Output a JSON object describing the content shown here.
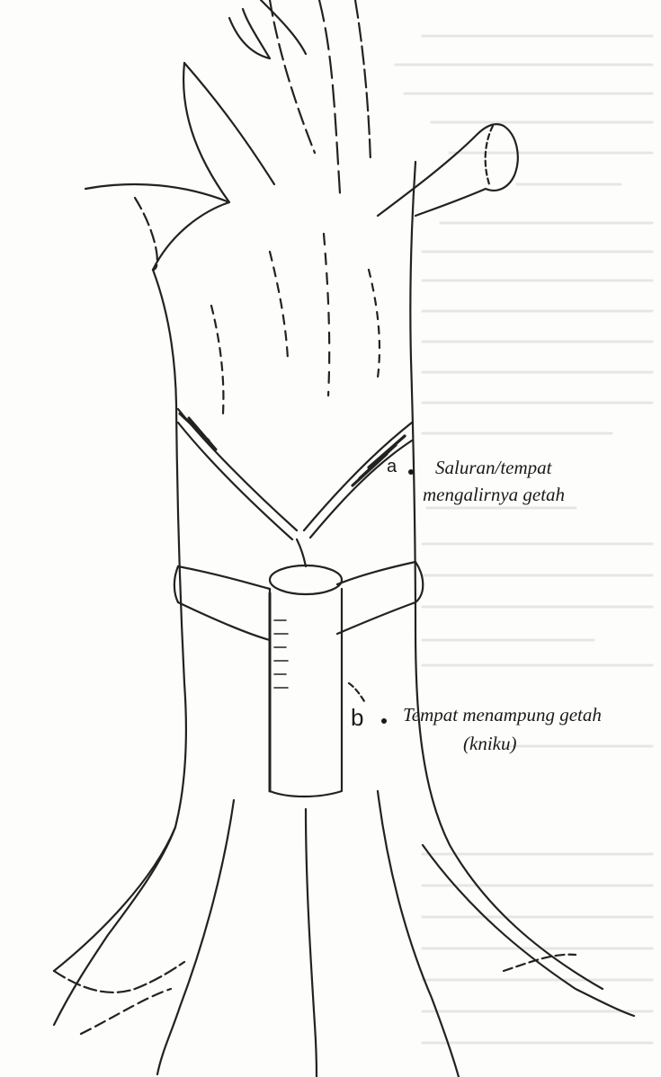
{
  "annotations": [
    {
      "marker": "a",
      "line1": "Saluran/tempat",
      "line2": "mengalirnya getah"
    },
    {
      "marker": "b",
      "line1": "Tempat menampung getah",
      "line2": "(kniku)"
    }
  ]
}
